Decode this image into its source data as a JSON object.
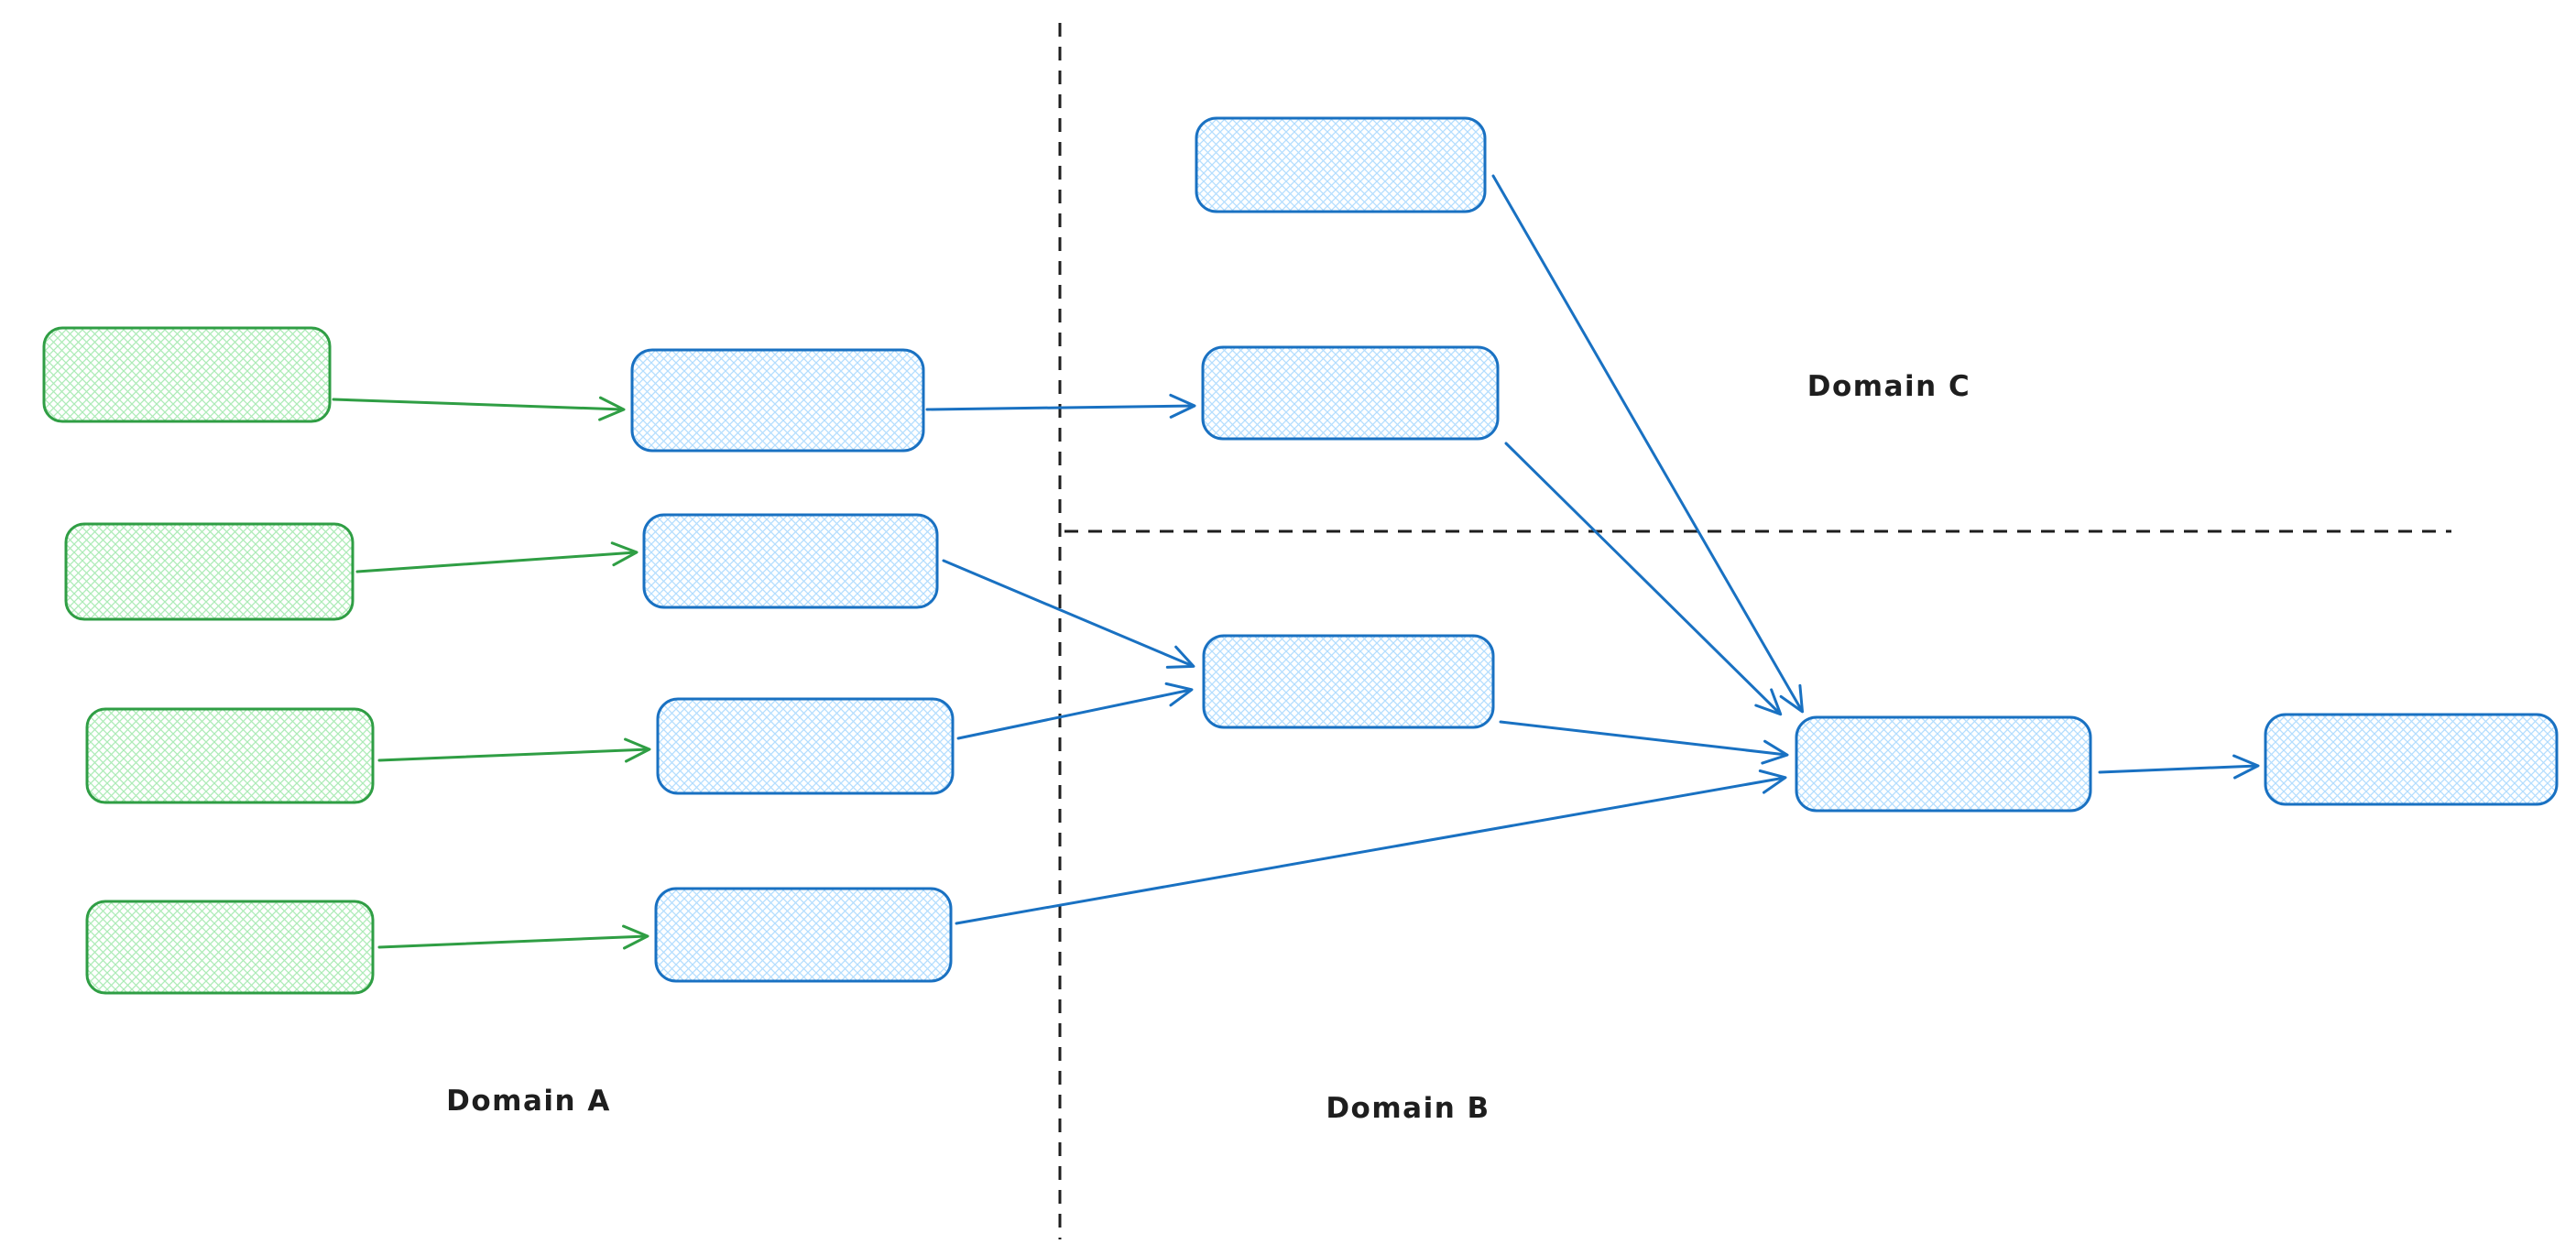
{
  "diagram": {
    "labels": {
      "domain_a": "Domain A",
      "domain_b": "Domain B",
      "domain_c": "Domain C"
    },
    "colors": {
      "background": "#ffffff",
      "green_stroke": "#2f9e44",
      "green_hatch": "#69db7c",
      "blue_stroke": "#1971c2",
      "blue_hatch": "#74c0fc",
      "divider": "#1e1e1e",
      "text": "#1e1e1e"
    },
    "nodes": [
      {
        "id": "green-1",
        "domain": "Domain A",
        "color": "green",
        "label": ""
      },
      {
        "id": "green-2",
        "domain": "Domain A",
        "color": "green",
        "label": ""
      },
      {
        "id": "green-3",
        "domain": "Domain A",
        "color": "green",
        "label": ""
      },
      {
        "id": "green-4",
        "domain": "Domain A",
        "color": "green",
        "label": ""
      },
      {
        "id": "blue-a1",
        "domain": "Domain A",
        "color": "blue",
        "label": ""
      },
      {
        "id": "blue-a2",
        "domain": "Domain A",
        "color": "blue",
        "label": ""
      },
      {
        "id": "blue-a3",
        "domain": "Domain A",
        "color": "blue",
        "label": ""
      },
      {
        "id": "blue-a4",
        "domain": "Domain A",
        "color": "blue",
        "label": ""
      },
      {
        "id": "blue-c-top",
        "domain": "Domain C",
        "color": "blue",
        "label": ""
      },
      {
        "id": "blue-c-mid",
        "domain": "Domain C",
        "color": "blue",
        "label": ""
      },
      {
        "id": "blue-b-mid",
        "domain": "Domain B",
        "color": "blue",
        "label": ""
      },
      {
        "id": "blue-b-hub",
        "domain": "Domain B",
        "color": "blue",
        "label": ""
      },
      {
        "id": "blue-b-end",
        "domain": "Domain B",
        "color": "blue",
        "label": ""
      }
    ],
    "edges": [
      {
        "id": "green-1-to-a1",
        "from": "green-1",
        "to": "blue-a1",
        "color": "green"
      },
      {
        "id": "green-2-to-a2",
        "from": "green-2",
        "to": "blue-a2",
        "color": "green"
      },
      {
        "id": "green-3-to-a3",
        "from": "green-3",
        "to": "blue-a3",
        "color": "green"
      },
      {
        "id": "green-4-to-a4",
        "from": "green-4",
        "to": "blue-a4",
        "color": "green"
      },
      {
        "id": "a1-to-c-mid",
        "from": "blue-a1",
        "to": "blue-c-mid",
        "color": "blue"
      },
      {
        "id": "a2-to-b-mid",
        "from": "blue-a2",
        "to": "blue-b-mid",
        "color": "blue"
      },
      {
        "id": "a3-to-b-mid",
        "from": "blue-a3",
        "to": "blue-b-mid",
        "color": "blue"
      },
      {
        "id": "a4-to-b-hub",
        "from": "blue-a4",
        "to": "blue-b-hub",
        "color": "blue"
      },
      {
        "id": "c-top-to-b-hub",
        "from": "blue-c-top",
        "to": "blue-b-hub",
        "color": "blue"
      },
      {
        "id": "c-mid-to-b-hub",
        "from": "blue-c-mid",
        "to": "blue-b-hub",
        "color": "blue"
      },
      {
        "id": "b-mid-to-b-hub",
        "from": "blue-b-mid",
        "to": "blue-b-hub",
        "color": "blue"
      },
      {
        "id": "b-hub-to-b-end",
        "from": "blue-b-hub",
        "to": "blue-b-end",
        "color": "blue"
      }
    ]
  }
}
